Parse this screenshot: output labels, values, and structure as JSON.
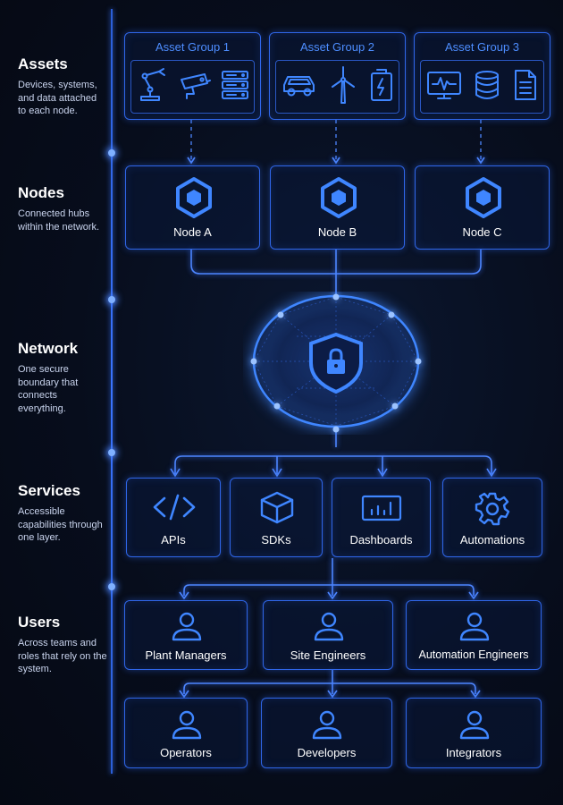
{
  "sections": {
    "assets": {
      "title": "Assets",
      "desc": "Devices, systems, and data attached to each node."
    },
    "nodes": {
      "title": "Nodes",
      "desc": "Connected hubs within the network."
    },
    "network": {
      "title": "Network",
      "desc": "One secure boundary that connects everything."
    },
    "services": {
      "title": "Services",
      "desc": "Accessible capabilities through one layer."
    },
    "users": {
      "title": "Users",
      "desc": "Across teams and roles that rely on the system."
    }
  },
  "asset_groups": [
    {
      "title": "Asset Group 1",
      "icons": [
        "robot-arm-icon",
        "security-camera-icon",
        "server-rack-icon"
      ]
    },
    {
      "title": "Asset Group 2",
      "icons": [
        "car-icon",
        "wind-turbine-icon",
        "battery-icon"
      ]
    },
    {
      "title": "Asset Group 3",
      "icons": [
        "monitor-pulse-icon",
        "database-icon",
        "document-icon"
      ]
    }
  ],
  "nodes": [
    {
      "label": "Node A",
      "icon": "hexagon-icon"
    },
    {
      "label": "Node B",
      "icon": "hexagon-icon"
    },
    {
      "label": "Node C",
      "icon": "hexagon-icon"
    }
  ],
  "network": {
    "icon": "shield-lock-icon"
  },
  "services": [
    {
      "label": "APIs",
      "icon": "code-icon"
    },
    {
      "label": "SDKs",
      "icon": "cube-icon"
    },
    {
      "label": "Dashboards",
      "icon": "dashboard-icon"
    },
    {
      "label": "Automations",
      "icon": "gear-icon"
    }
  ],
  "users_row1": [
    {
      "label": "Plant Managers",
      "icon": "user-icon"
    },
    {
      "label": "Site Engineers",
      "icon": "user-icon"
    },
    {
      "label": "Automation Engineers",
      "icon": "user-icon"
    }
  ],
  "users_row2": [
    {
      "label": "Operators",
      "icon": "user-icon"
    },
    {
      "label": "Developers",
      "icon": "user-icon"
    },
    {
      "label": "Integrators",
      "icon": "user-icon"
    }
  ],
  "colors": {
    "accent": "#3f86ff",
    "border": "#2f66e8",
    "background": "#070d1c",
    "text": "#ffffff"
  }
}
